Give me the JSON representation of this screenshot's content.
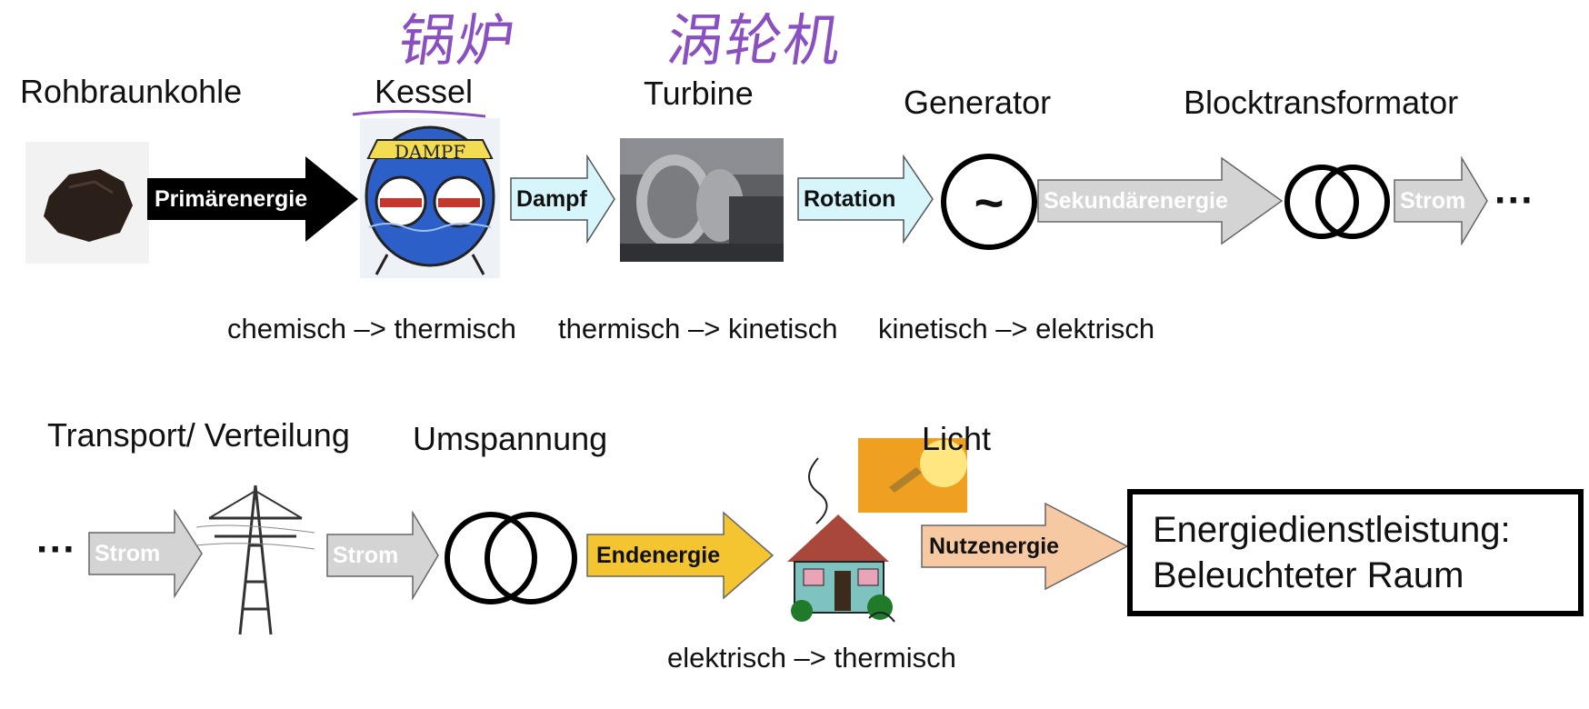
{
  "handwriting": {
    "kessel_note": "锅炉",
    "turbine_note": "涡轮机"
  },
  "stages_top": {
    "coal": "Rohbraunkohle",
    "boiler": "Kessel",
    "turbine": "Turbine",
    "generator": "Generator",
    "transformer": "Blocktransformator"
  },
  "arrows_top": {
    "primary": "Primärenergie",
    "steam": "Dampf",
    "rotation": "Rotation",
    "secondary": "Sekundärenergie",
    "current": "Strom"
  },
  "boiler_text": "DAMPF",
  "generator_symbol": "~",
  "ellipsis": "···",
  "conversions_top": {
    "first": "chemisch –> thermisch",
    "second": "thermisch –> kinetisch",
    "third": "kinetisch  –> elektrisch"
  },
  "stages_bottom": {
    "transport": "Transport/ Verteilung",
    "transform": "Umspannung",
    "light": "Licht"
  },
  "arrows_bottom": {
    "current1": "Strom",
    "current2": "Strom",
    "final": "Endenergie",
    "useful": "Nutzenergie"
  },
  "service_box": {
    "line1": "Energiedienstleistung:",
    "line2": "Beleuchteter Raum"
  },
  "conversion_bottom": "elektrisch  –> thermisch",
  "colors": {
    "primary_arrow": "#000000",
    "steam_arrow": "#d6f6fb",
    "grey_arrow": "#d4d4d4",
    "final_arrow": "#f5c431",
    "useful_arrow": "#f6c9a3",
    "handwriting": "#8a4fc0"
  }
}
